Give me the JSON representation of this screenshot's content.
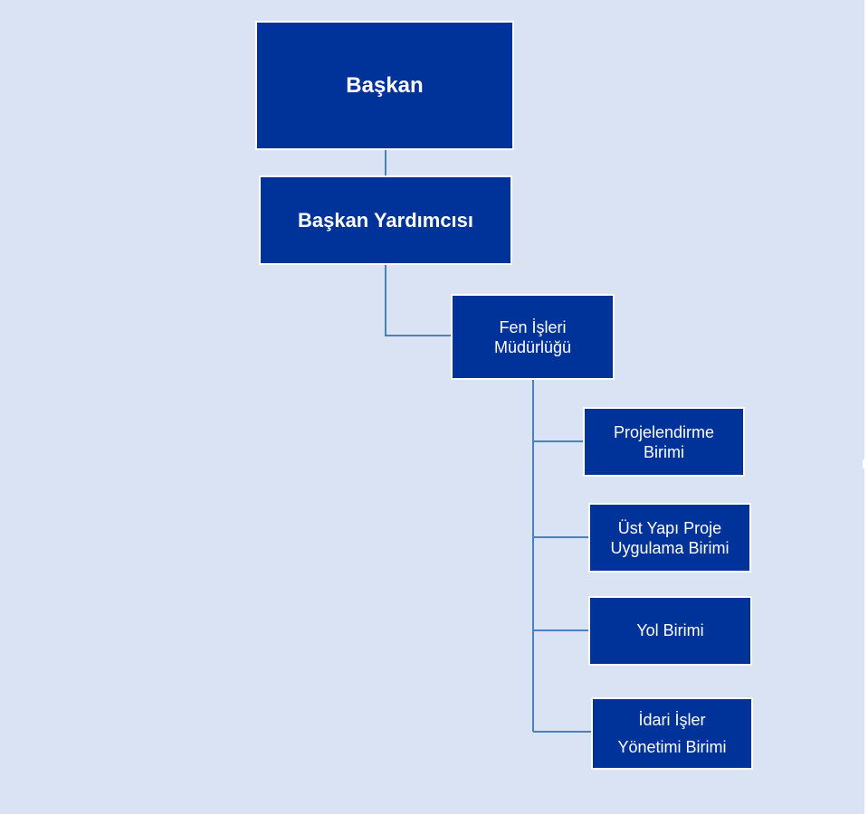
{
  "org_chart": {
    "colors": {
      "background": "#dae3f3",
      "box_fill": "#003399",
      "box_border": "#ffffff",
      "text": "#ffffff",
      "connector": "#4a7fc0"
    },
    "nodes": {
      "baskan": {
        "label": "Başkan"
      },
      "baskan_yardimcisi": {
        "label": "Başkan Yardımcısı"
      },
      "fen_isleri": {
        "line1": "Fen İşleri",
        "line2": "Müdürlüğü"
      },
      "projelendirme": {
        "line1": "Projelendirme",
        "line2": "Birimi"
      },
      "ust_yapi": {
        "line1": "Üst Yapı Proje",
        "line2": "Uygulama Birimi"
      },
      "yol": {
        "label": "Yol Birimi"
      },
      "idari_isler": {
        "line1": "İdari İşler",
        "line2": "Yönetimi Birimi"
      }
    }
  }
}
